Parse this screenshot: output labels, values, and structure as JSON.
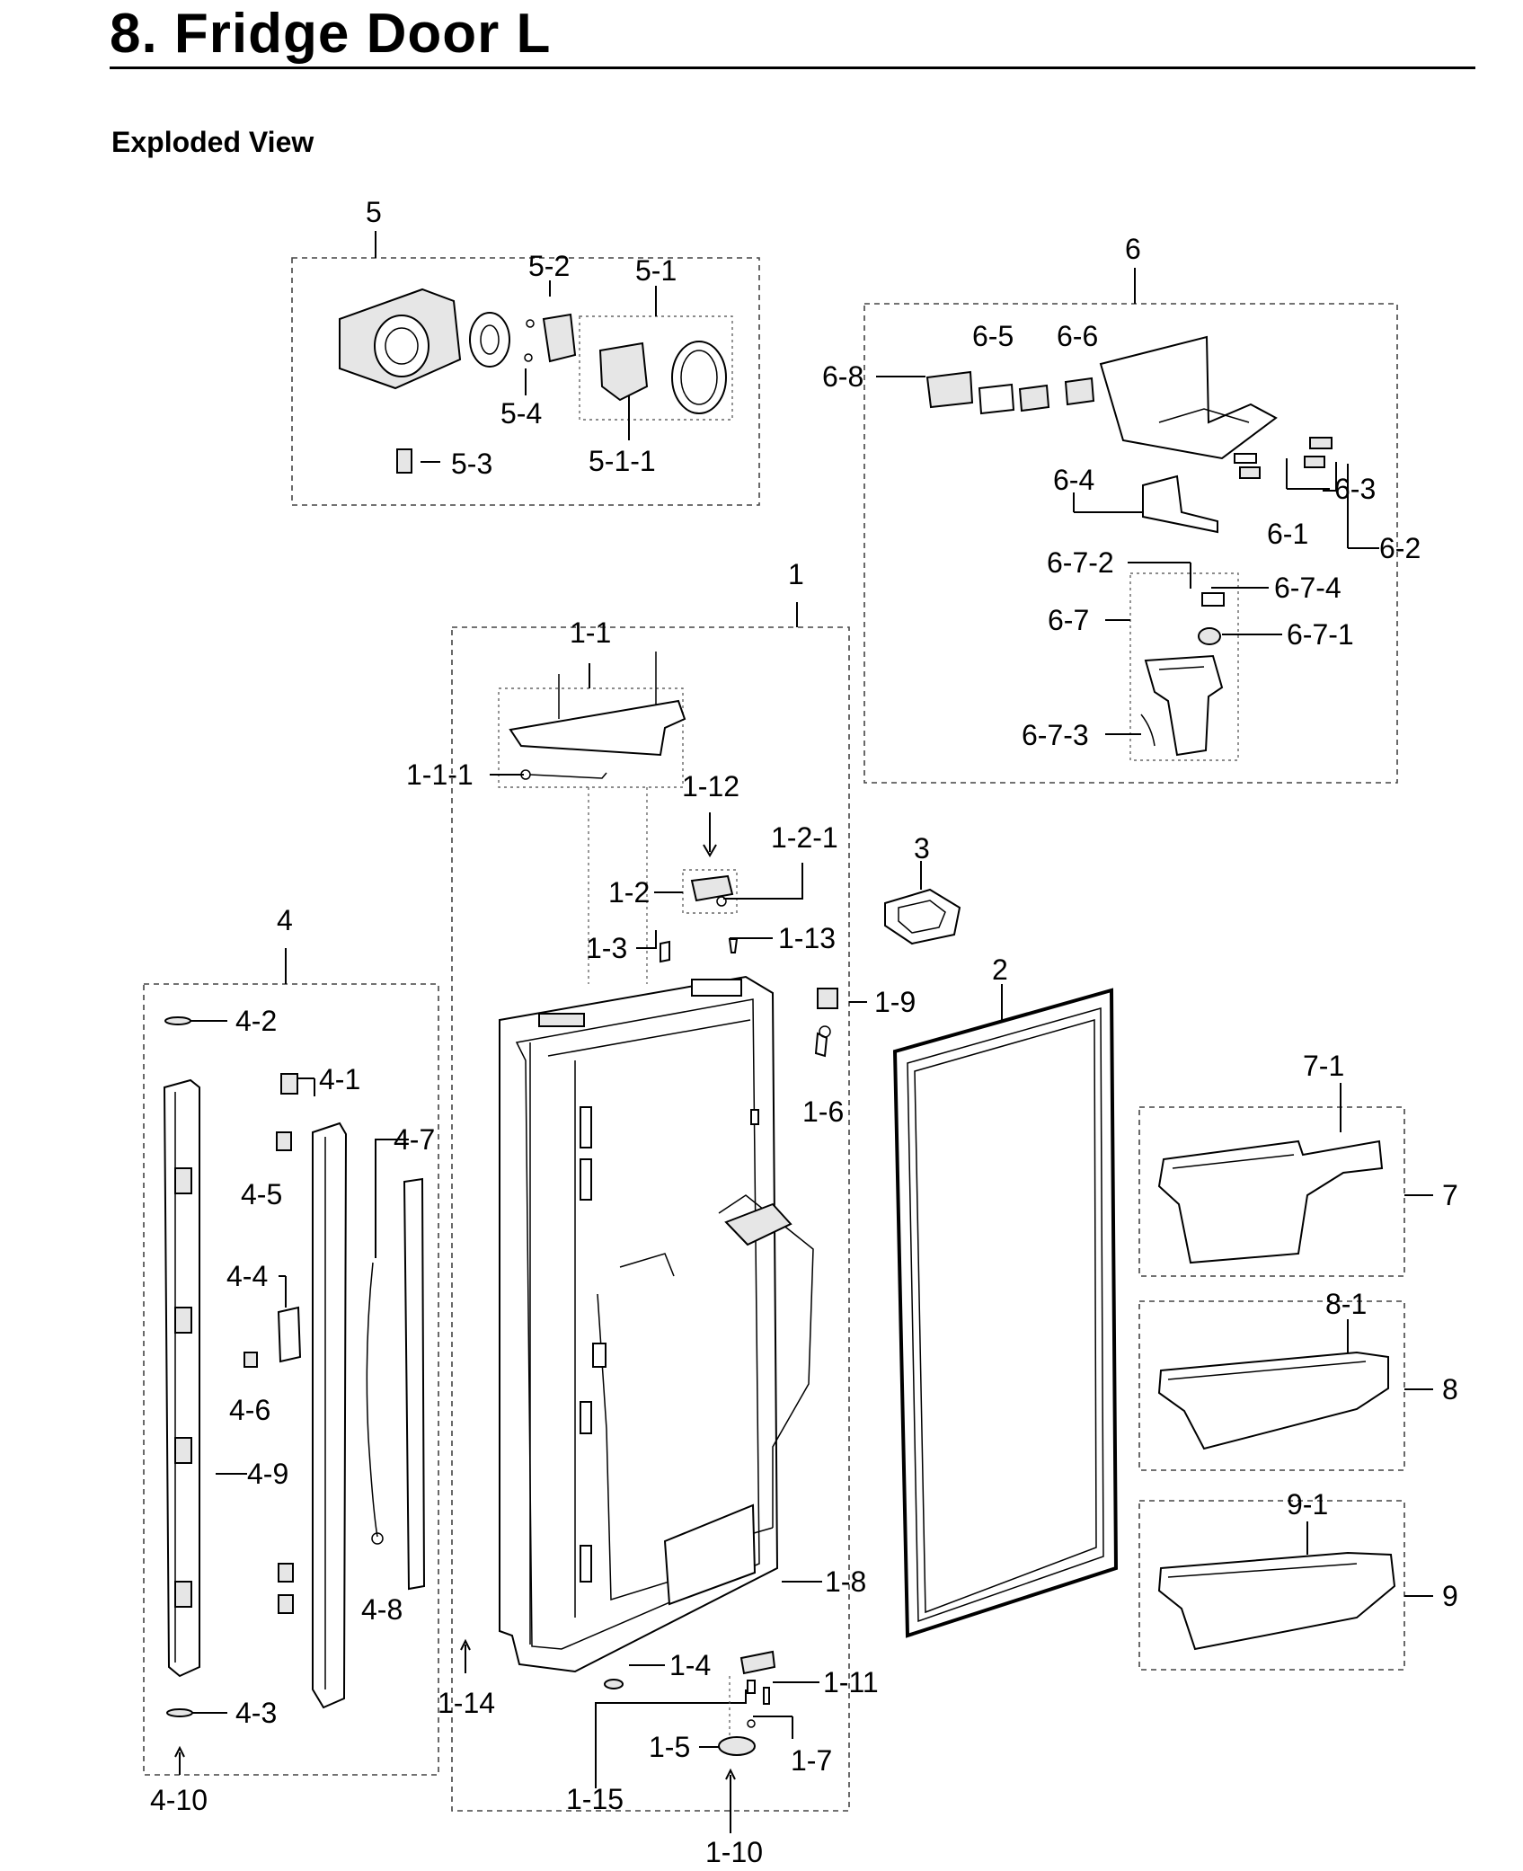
{
  "header": {
    "title": "8.  Fridge Door L",
    "subtitle": "Exploded View"
  },
  "labels": {
    "a5": "5",
    "a5_2": "5-2",
    "a5_1": "5-1",
    "a5_4": "5-4",
    "a5_1_1": "5-1-1",
    "a5_3": "5-3",
    "a6": "6",
    "a6_5": "6-5",
    "a6_6": "6-6",
    "a6_8": "6-8",
    "a6_4": "6-4",
    "a6_3": "6-3",
    "a6_1": "6-1",
    "a6_2": "6-2",
    "a6_7_2": "6-7-2",
    "a6_7_4": "6-7-4",
    "a6_7": "6-7",
    "a6_7_1": "6-7-1",
    "a6_7_3": "6-7-3",
    "a1": "1",
    "a1_1": "1-1",
    "a1_1_1": "1-1-1",
    "a1_12": "1-12",
    "a1_2_1": "1-2-1",
    "a1_2": "1-2",
    "a1_3": "1-3",
    "a1_13": "1-13",
    "a1_9": "1-9",
    "a1_6": "1-6",
    "a1_8": "1-8",
    "a1_4": "1-4",
    "a1_11": "1-11",
    "a1_14": "1-14",
    "a1_5": "1-5",
    "a1_7": "1-7",
    "a1_15": "1-15",
    "a1_10": "1-10",
    "a3": "3",
    "a2": "2",
    "a4": "4",
    "a4_2": "4-2",
    "a4_1": "4-1",
    "a4_7": "4-7",
    "a4_5": "4-5",
    "a4_4": "4-4",
    "a4_6": "4-6",
    "a4_9": "4-9",
    "a4_8": "4-8",
    "a4_3": "4-3",
    "a4_10": "4-10",
    "a7": "7",
    "a7_1": "7-1",
    "a8": "8",
    "a8_1": "8-1",
    "a9": "9",
    "a9_1": "9-1"
  }
}
